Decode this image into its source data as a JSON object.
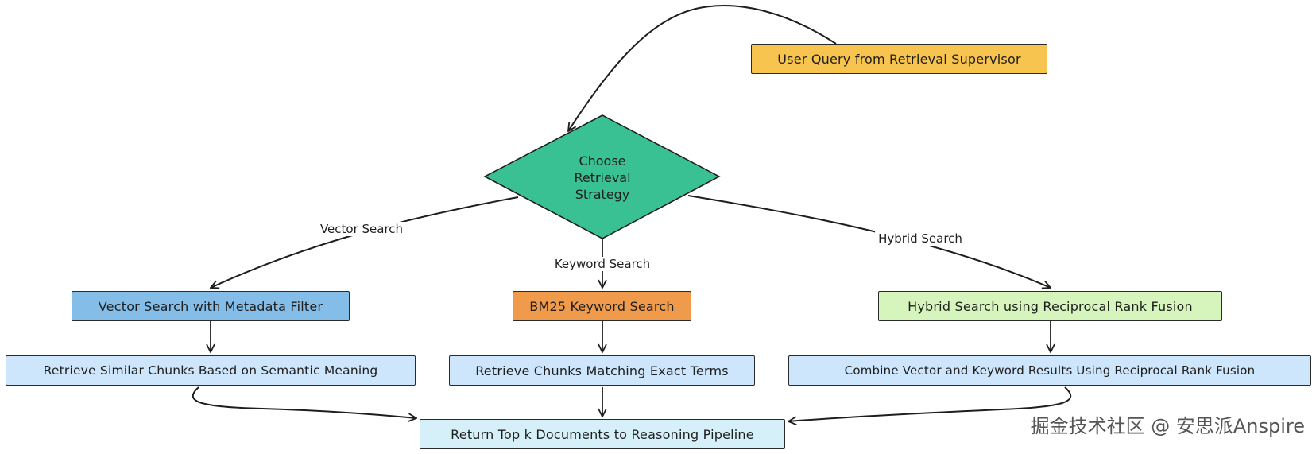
{
  "nodes": {
    "user_query": {
      "label": "User Query from Retrieval Supervisor",
      "color": "#f7c44f"
    },
    "decision": {
      "line1": "Choose",
      "line2": "Retrieval",
      "line3": "Strategy",
      "color": "#3ac193"
    },
    "vector_search": {
      "label": "Vector Search with Metadata Filter",
      "color": "#83bde8"
    },
    "bm25_search": {
      "label": "BM25 Keyword Search",
      "color": "#f09b4c"
    },
    "hybrid_search": {
      "label": "Hybrid Search using Reciprocal Rank Fusion",
      "color": "#d6f5bd"
    },
    "retrieve_semantic": {
      "label": "Retrieve Similar Chunks Based on Semantic Meaning",
      "color": "#cde6fb"
    },
    "retrieve_exact": {
      "label": "Retrieve Chunks Matching Exact Terms",
      "color": "#cde6fb"
    },
    "combine_results": {
      "label": "Combine Vector and Keyword Results Using Reciprocal Rank Fusion",
      "color": "#cde6fb"
    },
    "return_docs": {
      "label": "Return Top k Documents to Reasoning Pipeline",
      "color": "#d5f0f8"
    }
  },
  "edges": {
    "vector_label": "Vector Search",
    "keyword_label": "Keyword Search",
    "hybrid_label": "Hybrid Search"
  },
  "watermark": "掘金技术社区 @ 安思派Anspire"
}
